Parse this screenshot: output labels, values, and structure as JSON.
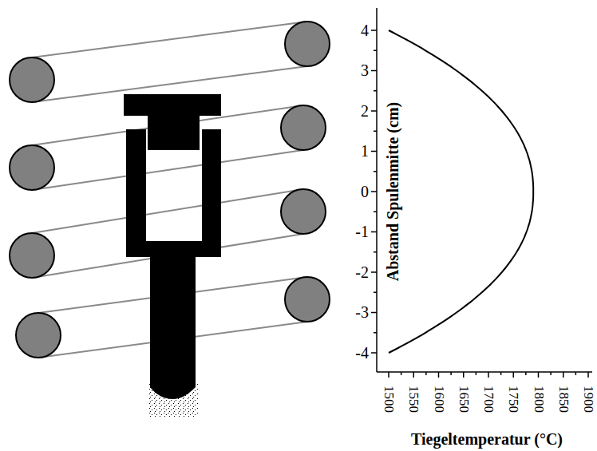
{
  "diagram": {
    "labels": [
      "4",
      "3",
      "2",
      "1",
      "0",
      "-1",
      "-2",
      "-3",
      "-4",
      "Abstand Spulenmitte (cm)",
      "1500",
      "1550",
      "1600",
      "1650",
      "1700",
      "1750",
      "1800",
      "1850",
      "1900",
      "Tiegeltemperatur (°C)"
    ]
  }
}
